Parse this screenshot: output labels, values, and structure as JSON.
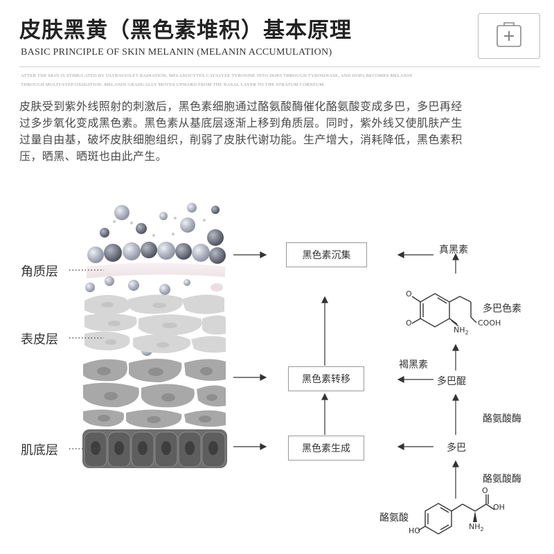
{
  "header": {
    "title": "皮肤黑黄（黑色素堆积）基本原理",
    "subtitle": "BASIC PRINCIPLE OF SKIN MELANIN (MELANIN ACCUMULATION)",
    "fine_print_line1": "AFTER THE SKIN IS STIMULATED BY ULTRAVIOLET RADIATION, MELANOCYTES CATALYZE TYROSINE INTO DOPA THROUGH TYROSINASE, AND DOPA BECOMES MELANIN",
    "fine_print_line2": "THROUGH MULTI-STEP OXIDATION. MELANIN GRADUALLY MOVES UPWARD FROM THE BASAL LAYER TO THE STRATUM CORNEUM."
  },
  "description": {
    "lines": [
      "皮肤受到紫外线照射的刺激后，黑色素细胞通过酪氨酸酶催化酪氨酸变成多巴，多巴再经",
      "过多步氧化变成黑色素。黑色素从基底层逐渐上移到角质层。同时，紫外线又使肌肤产生",
      "过量自由基，破坏皮肤细胞组织，削弱了皮肤代谢功能。生产增大，消耗降低，黑色素积",
      "压，晒黑、晒斑也由此产生。"
    ]
  },
  "skin_layers": {
    "labels": [
      "角质层",
      "表皮层",
      "肌底层"
    ]
  },
  "flow": {
    "boxes": [
      "黑色素沉集",
      "黑色素转移",
      "黑色素生成"
    ],
    "chain": {
      "eumelanin": "真黑素",
      "dopachrome": "多巴色素",
      "pheomelanin": "褐黑素",
      "dopaquinone": "多巴醌",
      "enzyme_upper": "酪氨酸酶",
      "dopa": "多巴",
      "enzyme_lower": "酪氨酸酶",
      "tyrosine": "酪氨酸"
    },
    "chem_labels": {
      "nh2_a": "NH",
      "nh2_b": "2",
      "cooh_a": "COOH",
      "oh_top": "OH",
      "o_carbonyl": "O",
      "ho": "HO",
      "nh2_c": "NH",
      "nh2_d": "2",
      "o1": "O",
      "o2": "O"
    }
  },
  "colors": {
    "title": "#222222",
    "text": "#4a4a4a",
    "box_border": "#999999",
    "arrow": "#333333",
    "cell_dark": "#6e6e6e",
    "cell_light": "#c4c4c4"
  }
}
